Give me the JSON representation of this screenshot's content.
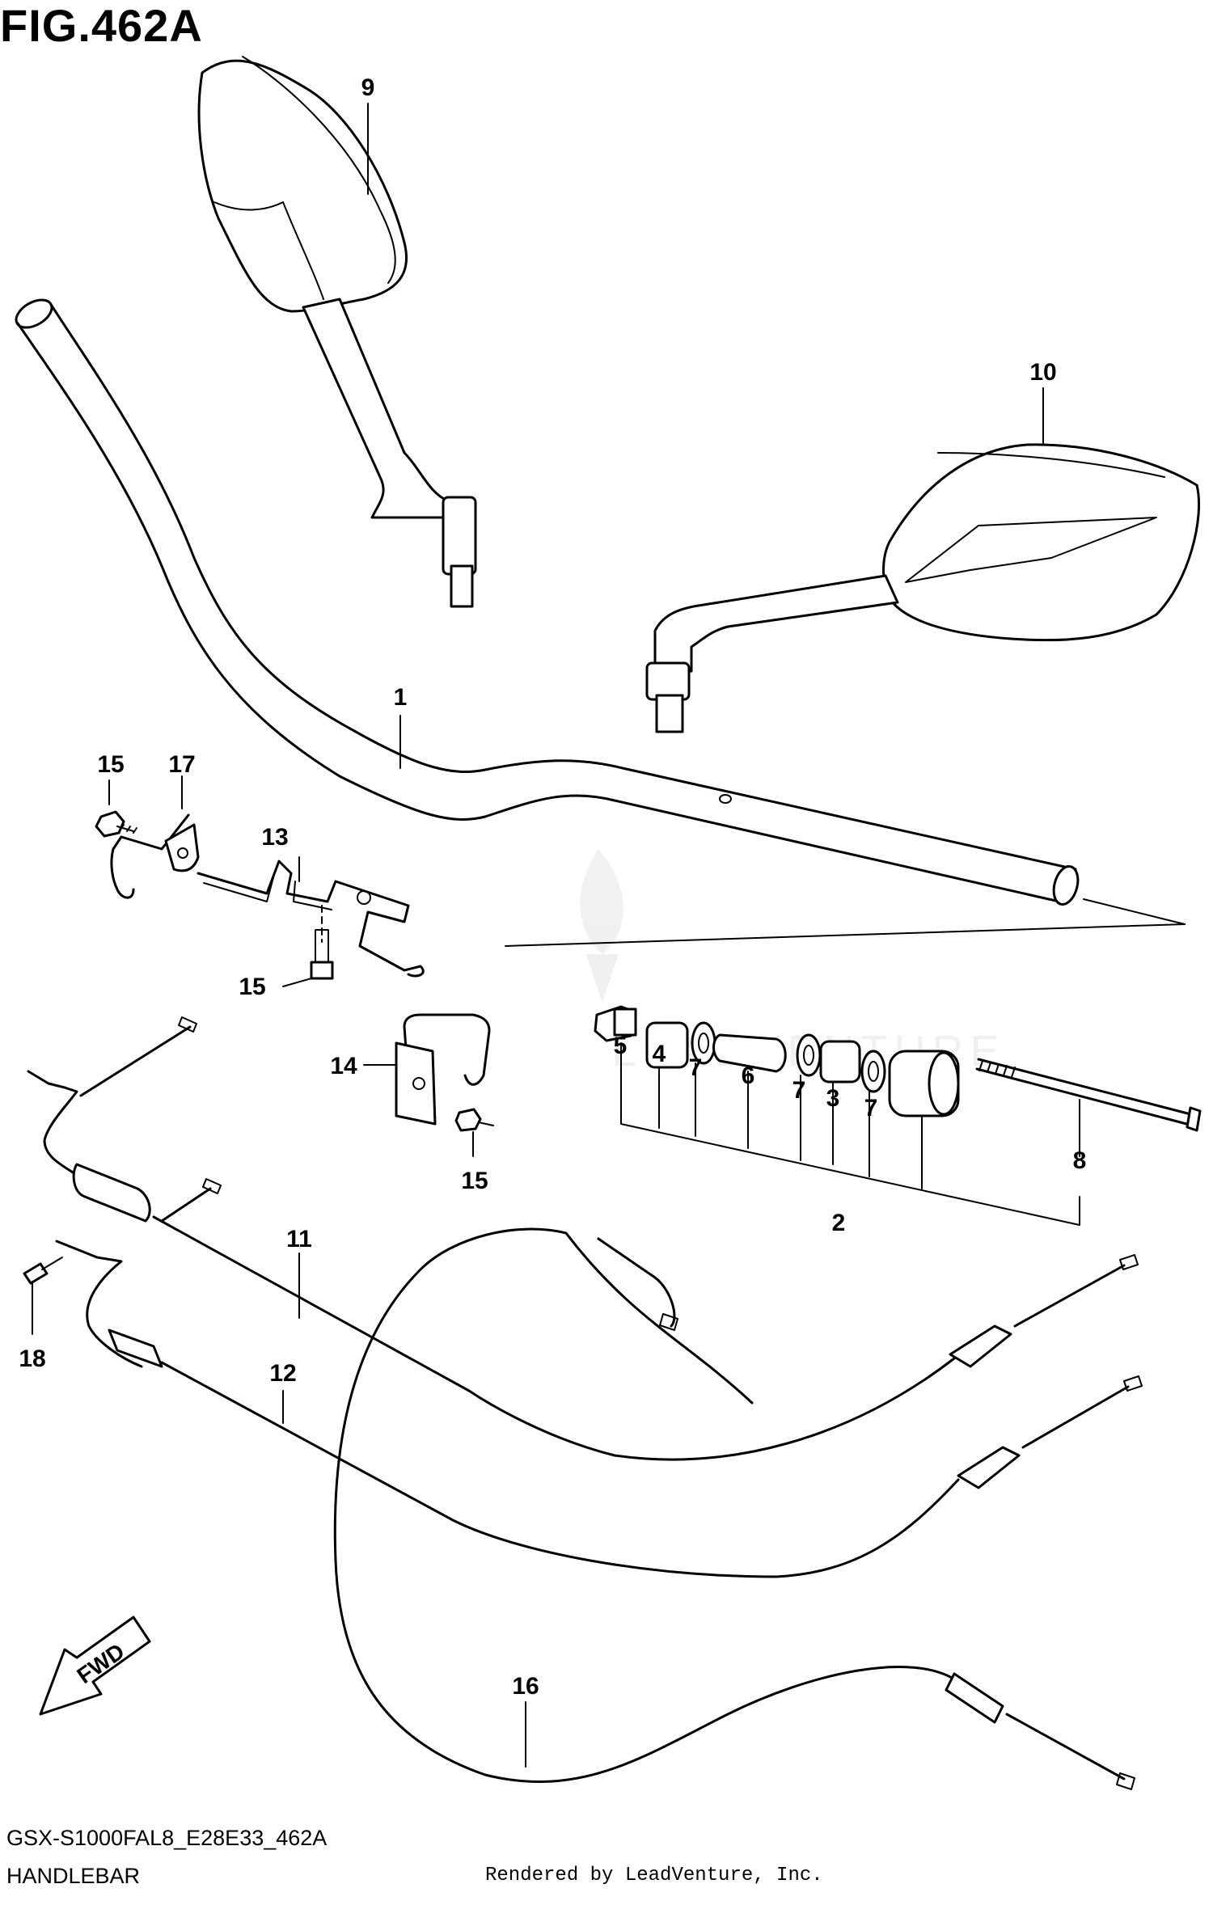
{
  "figure": {
    "title": "FIG.462A",
    "model_code": "GSX-S1000FAL8_E28E33_462A",
    "section_name": "HANDLEBAR",
    "rendered_by": "Rendered by LeadVenture, Inc.",
    "watermark": "LEADVENTURE",
    "direction_label": "FWD"
  },
  "callouts": {
    "c1": "1",
    "c2": "2",
    "c3": "3",
    "c4": "4",
    "c5": "5",
    "c6": "6",
    "c7a": "7",
    "c7b": "7",
    "c7c": "7",
    "c8": "8",
    "c9": "9",
    "c10": "10",
    "c11": "11",
    "c12": "12",
    "c13": "13",
    "c14": "14",
    "c15a": "15",
    "c15b": "15",
    "c15c": "15",
    "c16": "16",
    "c17": "17",
    "c18": "18"
  }
}
